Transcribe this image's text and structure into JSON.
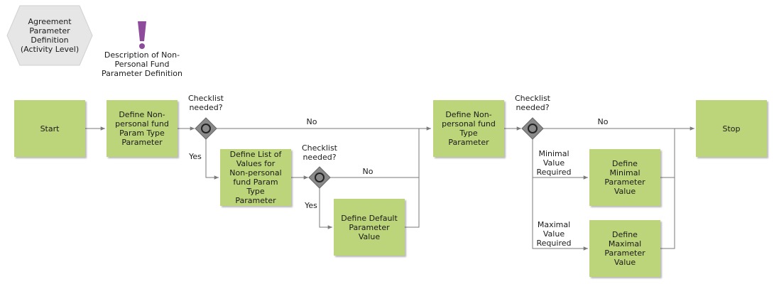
{
  "header": {
    "title": "Agreement\nParameter\nDefinition\n(Activity Level)",
    "description": "Description of Non-\nPersonal Fund\nParameter Definition"
  },
  "nodes": {
    "start": "Start",
    "define_type_param": "Define Non-\npersonal fund\nParam Type\nParameter",
    "define_list": "Define List of\nValues for\nNon-personal\nfund Param\nType\nParameter",
    "define_default": "Define Default\nParameter\nValue",
    "define_param": "Define Non-\npersonal fund\nType\nParameter",
    "define_minimal": "Define\nMinimal\nParameter\nValue",
    "define_maximal": "Define\nMaximal\nParameter\nValue",
    "stop": "Stop"
  },
  "gateways": {
    "g1": "Checklist\nneeded?",
    "g2": "Checklist\nneeded?",
    "g3": "Checklist\nneeded?"
  },
  "edge_labels": {
    "g1_no": "No",
    "g1_yes": "Yes",
    "g2_no": "No",
    "g2_yes": "Yes",
    "g3_no": "No",
    "g3_minimal": "Minimal\nValue\nRequired",
    "g3_maximal": "Maximal\nValue\nRequired"
  },
  "colors": {
    "task_fill": "#bcd47a",
    "gateway_fill": "#8a8a8a",
    "line": "#7a7a7a",
    "hexagon_fill": "#e6e6e6",
    "exclamation": "#8e4a9b"
  }
}
